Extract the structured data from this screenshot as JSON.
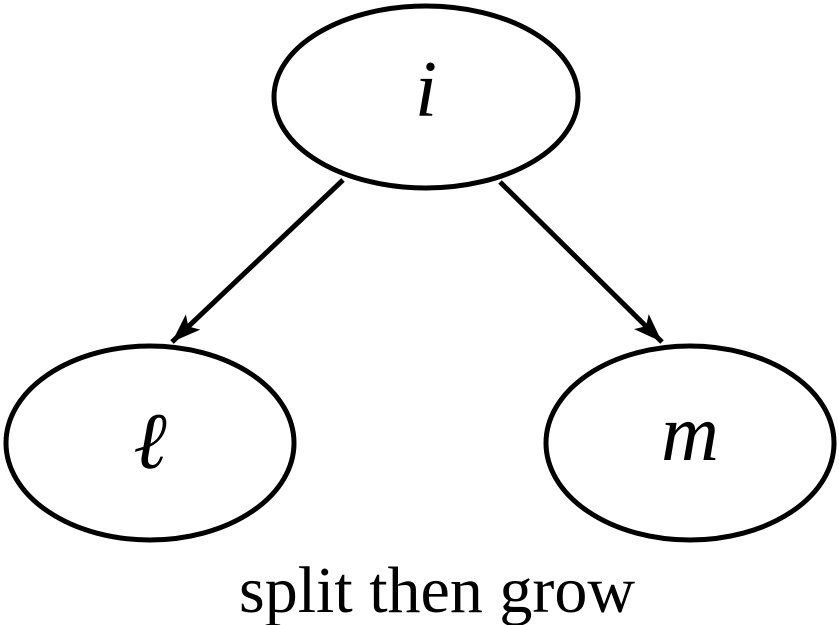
{
  "diagram": {
    "type": "tree",
    "caption": "split then grow",
    "nodes": [
      {
        "id": "root",
        "label": "i"
      },
      {
        "id": "left-child",
        "label": "ℓ"
      },
      {
        "id": "right-child",
        "label": "m"
      }
    ],
    "edges": [
      {
        "from": "i",
        "to": "ℓ",
        "style": "arrow"
      },
      {
        "from": "i",
        "to": "m",
        "style": "arrow"
      }
    ],
    "colors": {
      "ink": "#000000",
      "background": "#ffffff"
    }
  }
}
